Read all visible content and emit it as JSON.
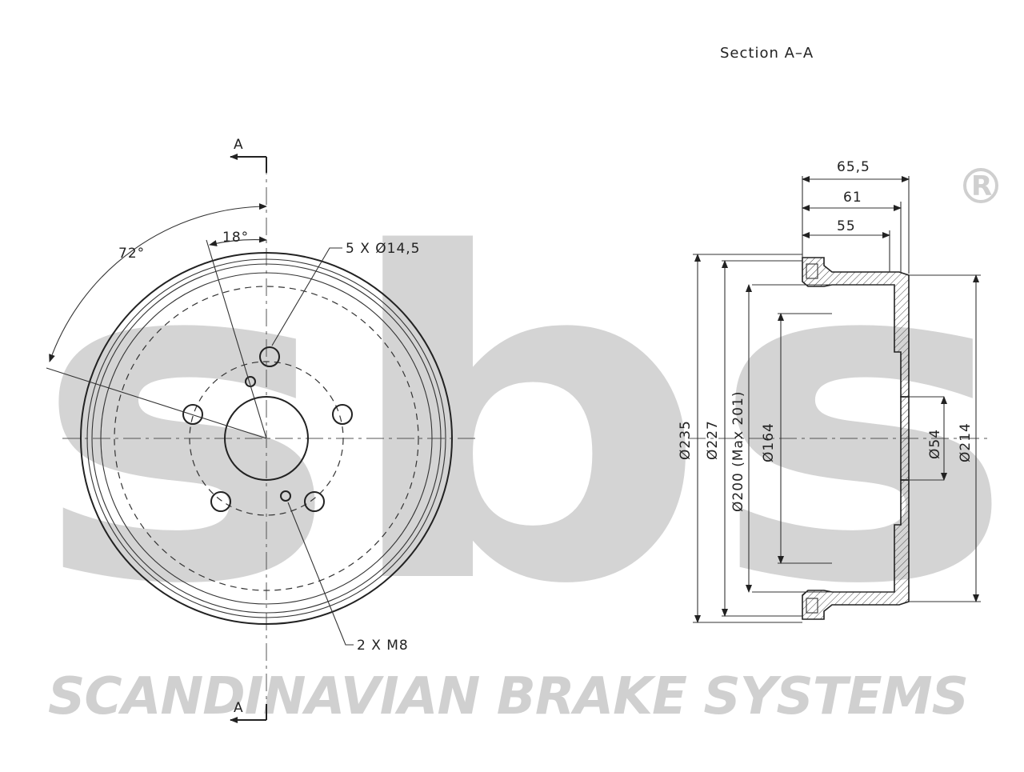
{
  "logo": {
    "letters": "sbs",
    "registered_mark": "®",
    "brand_text": "SCANDINAVIAN BRAKE SYSTEMS",
    "watermark_color": "#d2d2d2"
  },
  "section_view": {
    "title": "Section A–A"
  },
  "front_view": {
    "section_label_top": "A",
    "section_label_bottom": "A",
    "angle_72": "72°",
    "angle_18": "18°",
    "bolt_holes_label": "5 X Ø14,5",
    "threaded_holes_label": "2 X M8"
  },
  "dimensions": {
    "width_outer": "65,5",
    "width_mid": "61",
    "width_inner": "55",
    "dia_235": "Ø235",
    "dia_227": "Ø227",
    "dia_200": "Ø200 (Max 201)",
    "dia_164": "Ø164",
    "dia_54": "Ø54",
    "dia_214": "Ø214"
  },
  "colors": {
    "line": "#222222",
    "background": "#ffffff"
  }
}
